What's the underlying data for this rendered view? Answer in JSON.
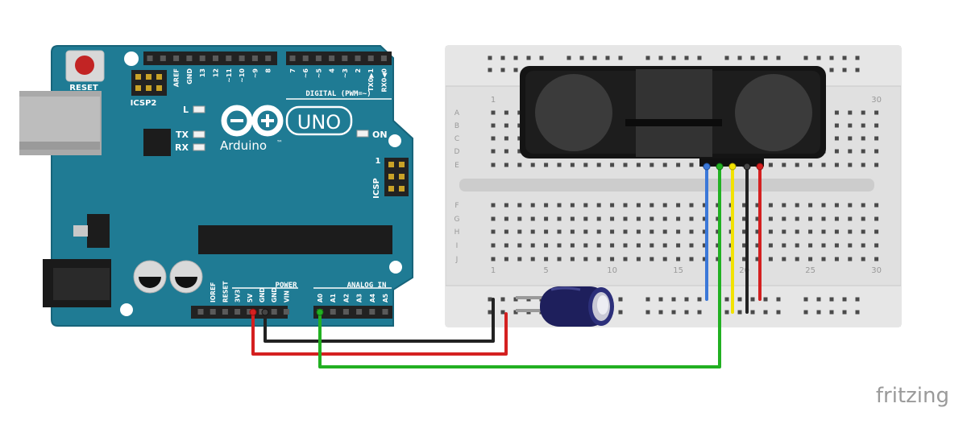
{
  "watermark": "fritzing",
  "arduino": {
    "reset_label": "RESET",
    "icsp2_label": "ICSP2",
    "icsp_label": "ICSP",
    "icsp_pin1": "1",
    "led_l": "L",
    "led_tx": "TX",
    "led_rx": "RX",
    "led_on": "ON",
    "brand": "Arduino",
    "brand_tm": "™",
    "model": "UNO",
    "digital_label": "DIGITAL (PWM=~)",
    "power_label": "POWER",
    "analog_label": "ANALOG IN",
    "top_pins": [
      "AREF",
      "GND",
      "13",
      "12",
      "~11",
      "~10",
      "~9",
      "8",
      "7",
      "~6",
      "~5",
      "4",
      "~3",
      "2",
      "TX0▶1",
      "RX0◀0"
    ],
    "power_pins": [
      "IOREF",
      "RESET",
      "3V3",
      "5V",
      "GND",
      "GND",
      "VIN"
    ],
    "analog_pins": [
      "A0",
      "A1",
      "A2",
      "A3",
      "A4",
      "A5"
    ]
  },
  "breadboard": {
    "rows_top": [
      "A",
      "B",
      "C",
      "D",
      "E"
    ],
    "rows_bottom": [
      "F",
      "G",
      "H",
      "I",
      "J"
    ],
    "col_numbers": [
      "1",
      "5",
      "10",
      "15",
      "20",
      "25",
      "30"
    ],
    "top_col_numbers": [
      "1",
      "30"
    ]
  },
  "colors": {
    "board": "#1f7b94",
    "wire_red": "#d42020",
    "wire_black": "#222222",
    "wire_green": "#22b022",
    "wire_blue": "#3b78d8",
    "wire_yellow": "#f2e200",
    "breadboard": "#dedede"
  }
}
